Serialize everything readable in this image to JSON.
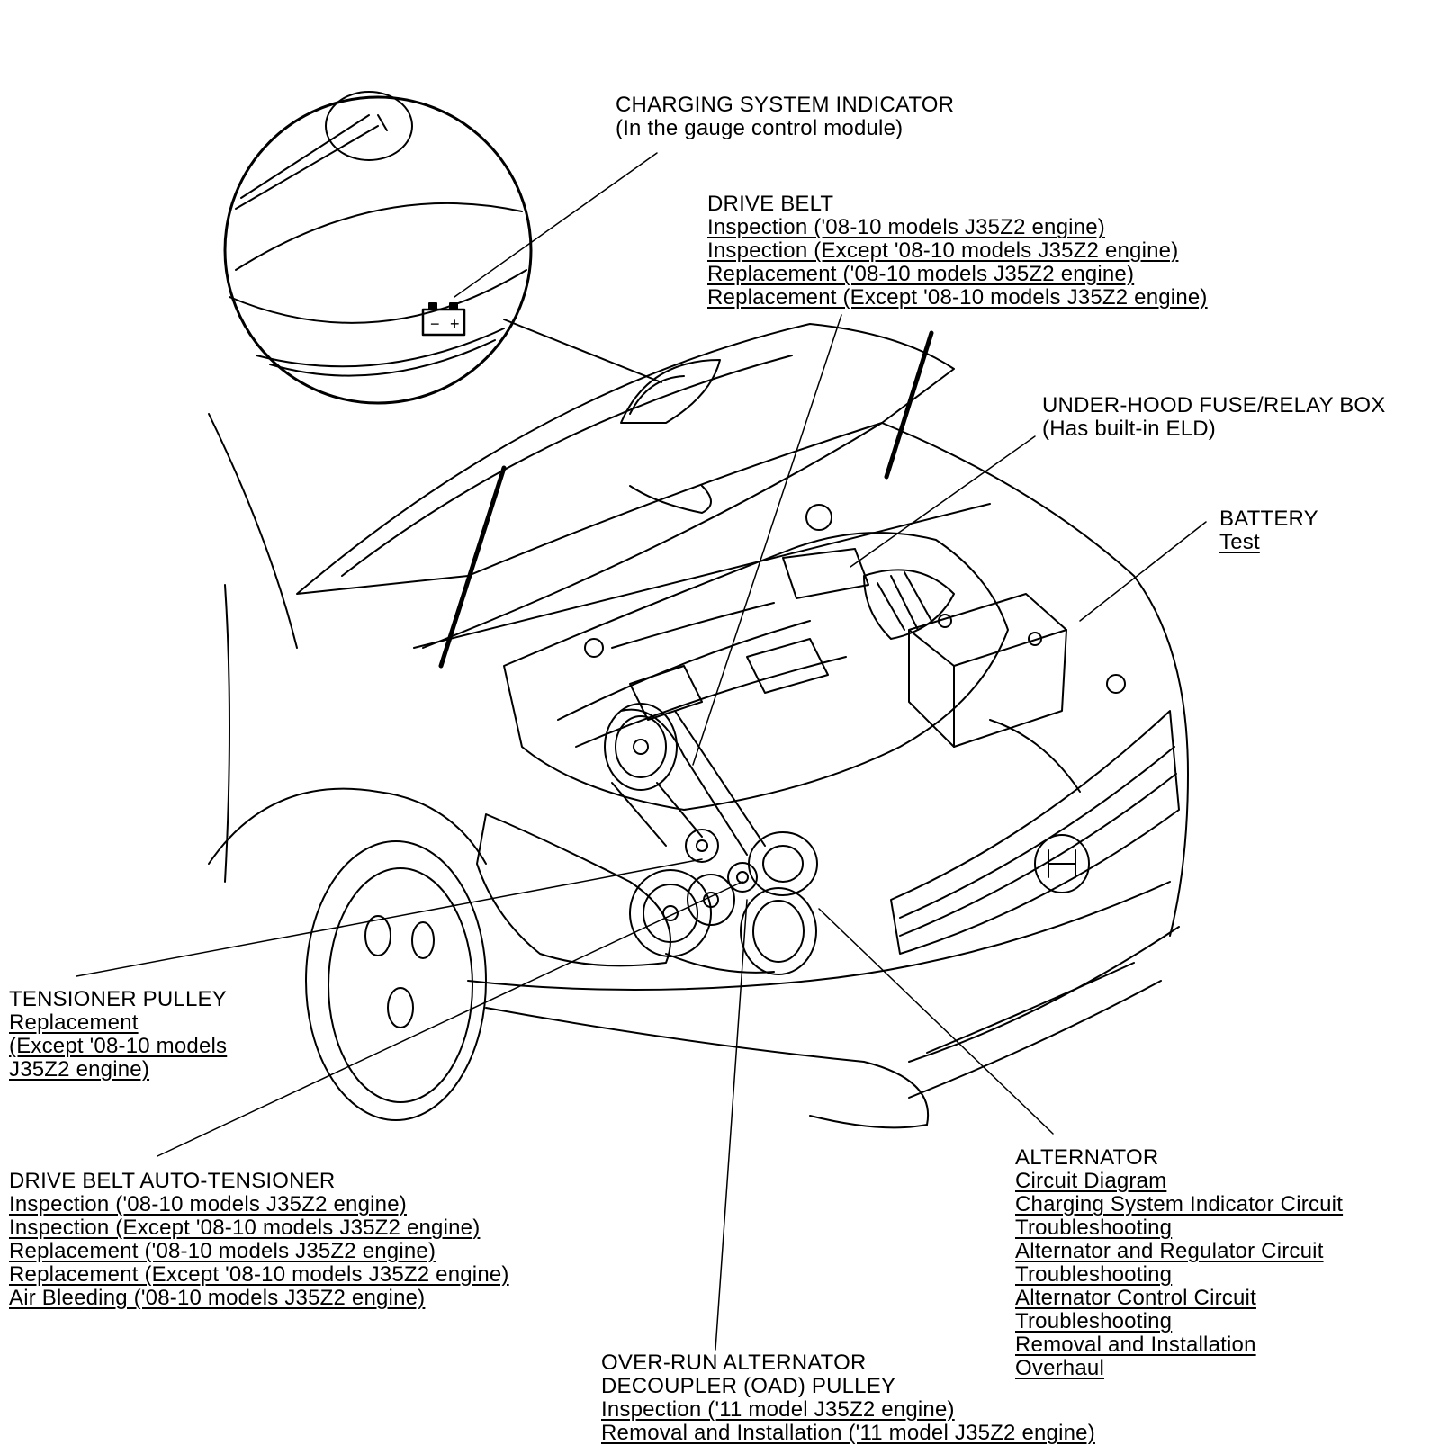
{
  "charging_indicator": {
    "heading": "CHARGING SYSTEM INDICATOR",
    "sub": "(In the gauge control module)"
  },
  "drive_belt": {
    "heading": "DRIVE BELT",
    "links": [
      "Inspection ('08-10 models J35Z2 engine)",
      "Inspection (Except '08-10 models J35Z2 engine)",
      "Replacement ('08-10 models J35Z2 engine)",
      "Replacement (Except '08-10 models J35Z2 engine)"
    ]
  },
  "fuse_box": {
    "heading": "UNDER-HOOD FUSE/RELAY BOX",
    "sub": "(Has built-in ELD)"
  },
  "battery": {
    "heading": "BATTERY",
    "links": [
      "Test"
    ]
  },
  "tensioner_pulley": {
    "heading": "TENSIONER PULLEY",
    "links": [
      "Replacement",
      "(Except '08-10 models",
      "J35Z2 engine)"
    ]
  },
  "auto_tensioner": {
    "heading": "DRIVE BELT AUTO-TENSIONER",
    "links": [
      "Inspection ('08-10 models J35Z2 engine)",
      "Inspection (Except '08-10 models J35Z2 engine)",
      "Replacement ('08-10 models J35Z2 engine)",
      "Replacement (Except '08-10 models J35Z2 engine)",
      "Air Bleeding ('08-10 models J35Z2 engine)"
    ]
  },
  "alternator": {
    "heading": "ALTERNATOR",
    "links": [
      "Circuit Diagram",
      "Charging System Indicator Circuit",
      "Troubleshooting",
      "Alternator and Regulator Circuit",
      "Troubleshooting",
      "Alternator Control Circuit",
      "Troubleshooting",
      "Removal and Installation",
      "Overhaul"
    ]
  },
  "oad_pulley": {
    "heading_line1": "OVER-RUN ALTERNATOR",
    "heading_line2": "DECOUPLER (OAD) PULLEY",
    "links": [
      "Inspection ('11 model J35Z2 engine)",
      "Removal and Installation ('11 model J35Z2 engine)"
    ]
  },
  "battery_symbol": {
    "minus": "−",
    "plus": "+"
  }
}
